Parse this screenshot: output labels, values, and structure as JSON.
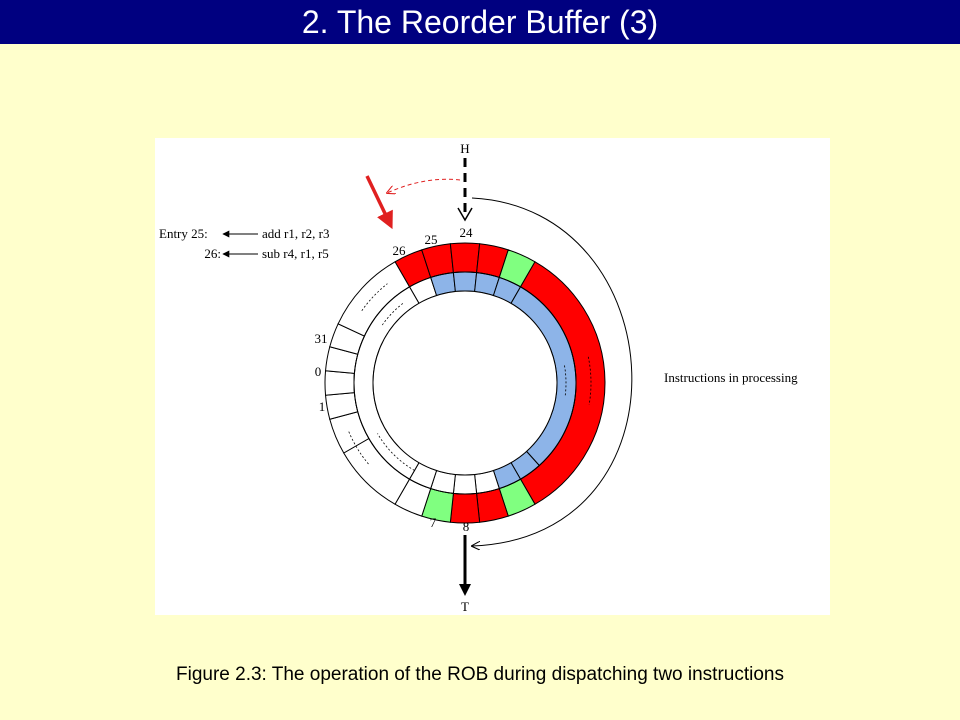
{
  "title": "2. The Reorder Buffer (3)",
  "caption": "Figure 2.3: The operation of the ROB during dispatching two instructions",
  "diagram": {
    "head_label": "H",
    "tail_label": "T",
    "entry_numbers": {
      "e24": "24",
      "e25": "25",
      "e26": "26",
      "e31": "31",
      "e0": "0",
      "e1": "1",
      "e7": "7",
      "e8": "8"
    },
    "entries_note": {
      "line1_label": "Entry 25:",
      "line1_instr": "add r1, r2, r3",
      "line2_label": "26:",
      "line2_instr": "sub r4, r1, r5"
    },
    "processing_label": "Instructions in processing"
  },
  "colors": {
    "title_bar": "#000080",
    "background": "#FFFFCC",
    "red": "#FF0000",
    "green": "#80FF80",
    "blue": "#8DB4E8",
    "arrow_red": "#E02020"
  }
}
